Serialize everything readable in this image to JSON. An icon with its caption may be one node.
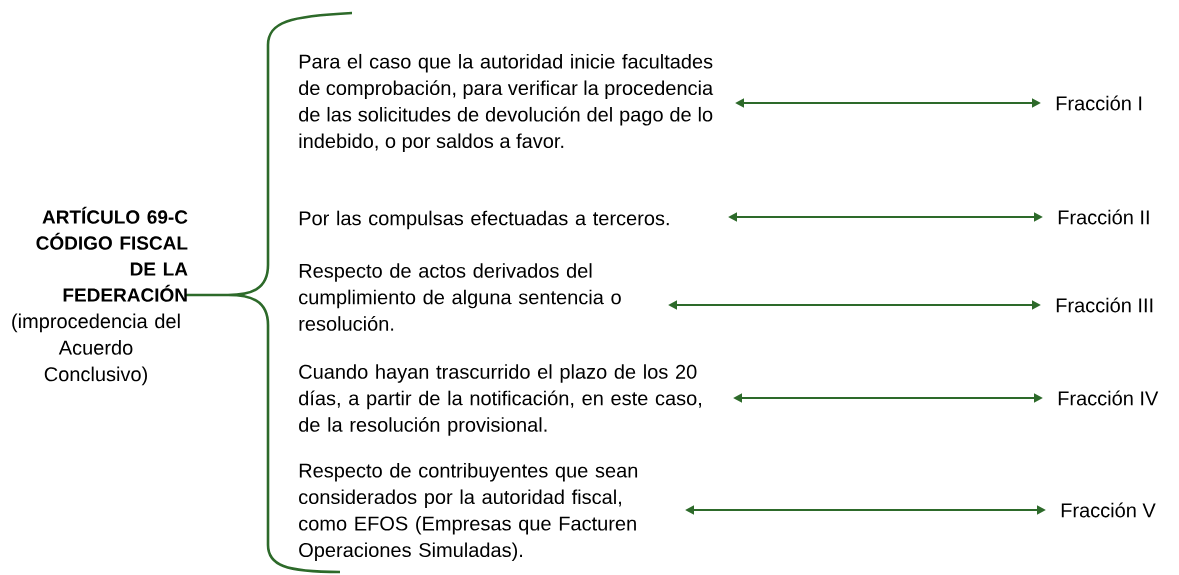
{
  "diagram": {
    "nodes": [
      {
        "text": [
          "ARTÍCULO 69-C CÓDIGO FISCAL DE LA FEDERACIÓN",
          "(improcedencia del Acuerdo Conclusivo)"
        ]
      },
      {
        "text": [
          "Para el caso que la autoridad inicie facultades de comprobación, para verificar la procedencia de las solicitudes de devolución del pago de lo indebido, o por saldos a favor."
        ]
      },
      {
        "text": [
          "Por las compulsas efectuadas a terceros."
        ]
      },
      {
        "text": [
          "Respecto de actos derivados del cumplimiento de alguna sentencia o resolución."
        ]
      },
      {
        "text": [
          "Cuando hayan trascurrido el plazo de los 20 días, a partir de la notificación, en este caso, de la resolución provisional."
        ]
      },
      {
        "text": [
          "Respecto de contribuyentes que sean considerados por la autoridad fiscal, como EFOS (Empresas que Facturen Operaciones Simuladas)."
        ]
      },
      {
        "text": [
          "Fracción I"
        ]
      },
      {
        "text": [
          "Fracción II"
        ]
      },
      {
        "text": [
          "Fracción III"
        ]
      },
      {
        "text": [
          "Fracción IV"
        ]
      },
      {
        "text": [
          "Fracción V"
        ]
      }
    ],
    "edges": [
      {
        "from": 1,
        "to": 6,
        "arrow": "both"
      },
      {
        "from": 2,
        "to": 7,
        "arrow": "both"
      },
      {
        "from": 3,
        "to": 8,
        "arrow": "both"
      },
      {
        "from": 4,
        "to": 9,
        "arrow": "both"
      },
      {
        "from": 5,
        "to": 10,
        "arrow": "both"
      }
    ]
  }
}
